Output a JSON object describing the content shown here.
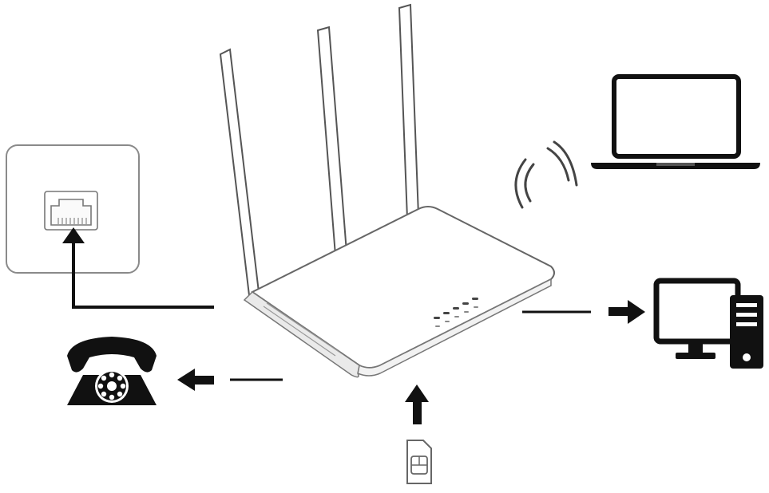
{
  "diagram": {
    "nodes": [
      {
        "id": "wall-socket",
        "icon": "ethernet-wall-socket-icon"
      },
      {
        "id": "router",
        "icon": "wifi-router-icon",
        "antennas": 3,
        "indicator_leds": 5
      },
      {
        "id": "laptop",
        "icon": "laptop-icon",
        "link": "wireless"
      },
      {
        "id": "desktop",
        "icon": "desktop-computer-icon",
        "link": "wired"
      },
      {
        "id": "telephone",
        "icon": "rotary-telephone-icon",
        "link": "wired"
      },
      {
        "id": "sim-card",
        "icon": "sim-card-icon",
        "link": "inserted"
      }
    ],
    "connections": [
      {
        "from": "router",
        "to": "wall-socket",
        "style": "line-with-arrow"
      },
      {
        "from": "router",
        "to": "desktop",
        "style": "line-with-arrow"
      },
      {
        "from": "router",
        "to": "telephone",
        "style": "line-with-arrow"
      },
      {
        "from": "sim-card",
        "to": "router",
        "style": "arrow"
      },
      {
        "from": "router",
        "to": "laptop",
        "style": "wifi-waves"
      }
    ]
  },
  "colors": {
    "background": "#ffffff",
    "ink": "#111111",
    "outline": "#555555",
    "device_fill": "#ffffff"
  }
}
